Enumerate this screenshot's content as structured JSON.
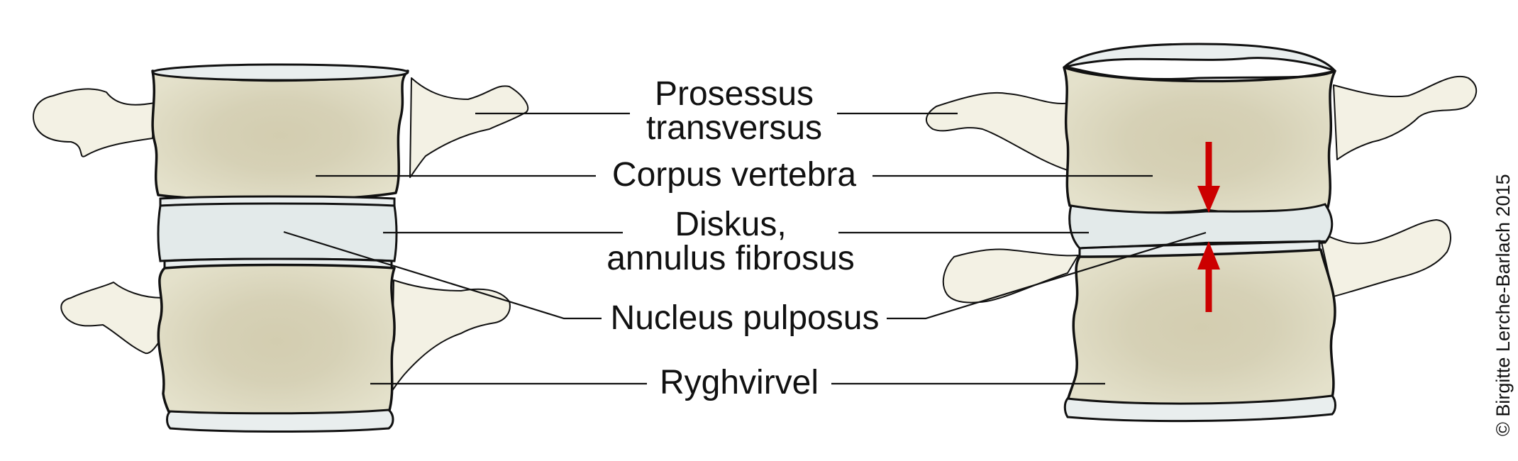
{
  "labels": {
    "processus_transversus_line1": "Prosessus",
    "processus_transversus_line2": "transversus",
    "corpus_vertebra": "Corpus vertebra",
    "diskus_line1": "Diskus,",
    "diskus_line2": "annulus fibrosus",
    "nucleus_pulposus": "Nucleus pulposus",
    "ryghvirvel": "Ryghvirvel"
  },
  "credit": "© Birgitte Lerche-Barlach 2015",
  "colors": {
    "bone": "#e0dcc4",
    "bone_inner": "#d2cdb0",
    "process": "#f3f1e4",
    "disc": "#e3eaea",
    "arrow": "#cc0000",
    "outline": "#111111"
  }
}
